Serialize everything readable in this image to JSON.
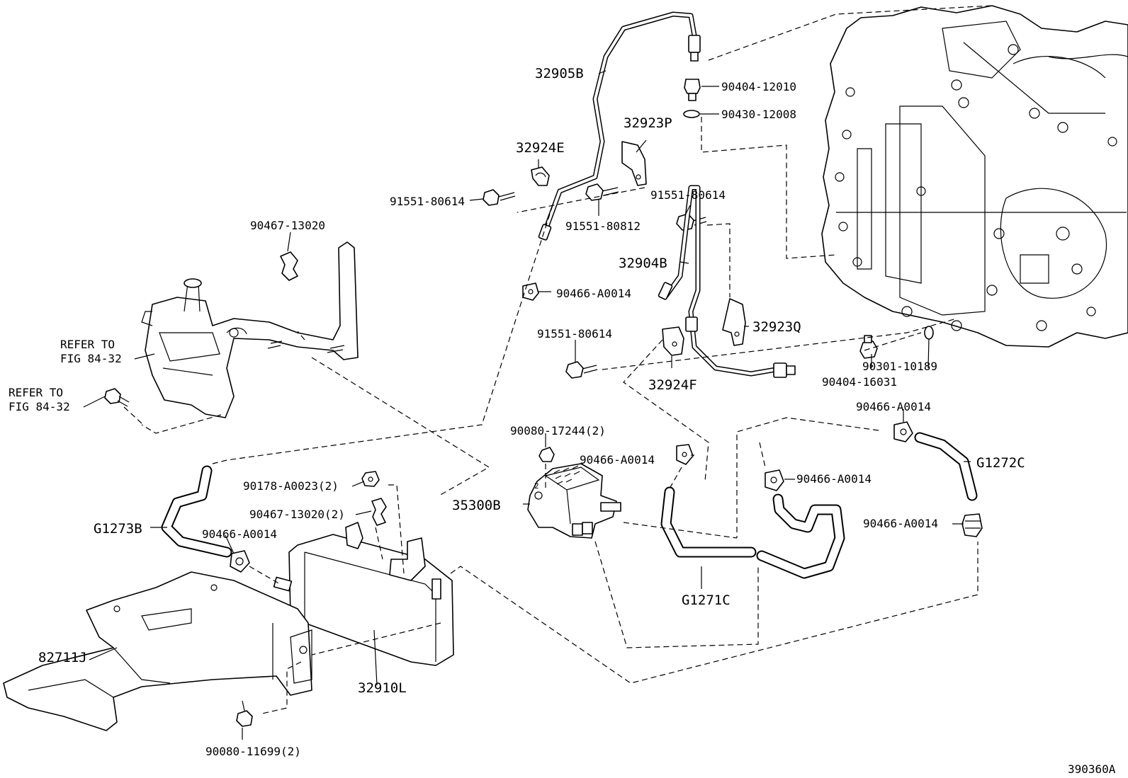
{
  "diagram_id": "390360A",
  "parts": {
    "p32905B": "32905B",
    "p90404_12010": "90404-12010",
    "p90430_12008": "90430-12008",
    "p32923P": "32923P",
    "p32924E": "32924E",
    "p91551_80614_a": "91551-80614",
    "p91551_80812": "91551-80812",
    "p91551_80614_b": "91551-80614",
    "p90467_13020": "90467-13020",
    "p32904B": "32904B",
    "p90466_A0014_a": "90466-A0014",
    "p32923Q": "32923Q",
    "p91551_80614_c": "91551-80614",
    "p32924F": "32924F",
    "p90404_16031": "90404-16031",
    "p90301_10189": "90301-10189",
    "p90466_A0014_b": "90466-A0014",
    "p90080_17244": "90080-17244(2)",
    "p90466_A0014_c": "90466-A0014",
    "p90466_A0014_d": "90466-A0014",
    "pG1272C": "G1272C",
    "p35300B": "35300B",
    "p90178_A0023": "90178-A0023(2)",
    "p90467_13020_2": "90467-13020(2)",
    "p90466_A0014_e": "90466-A0014",
    "p90466_A0014_f": "90466-A0014",
    "pG1273B": "G1273B",
    "pG1271C": "G1271C",
    "p82711J": "82711J",
    "p32910L": "32910L",
    "p90080_11699": "90080-11699(2)"
  },
  "refs": {
    "refer1_line1": "REFER TO",
    "refer1_line2": "FIG 84-32",
    "refer2_line1": "REFER TO",
    "refer2_line2": "FIG 84-32"
  },
  "small_mark": "2"
}
